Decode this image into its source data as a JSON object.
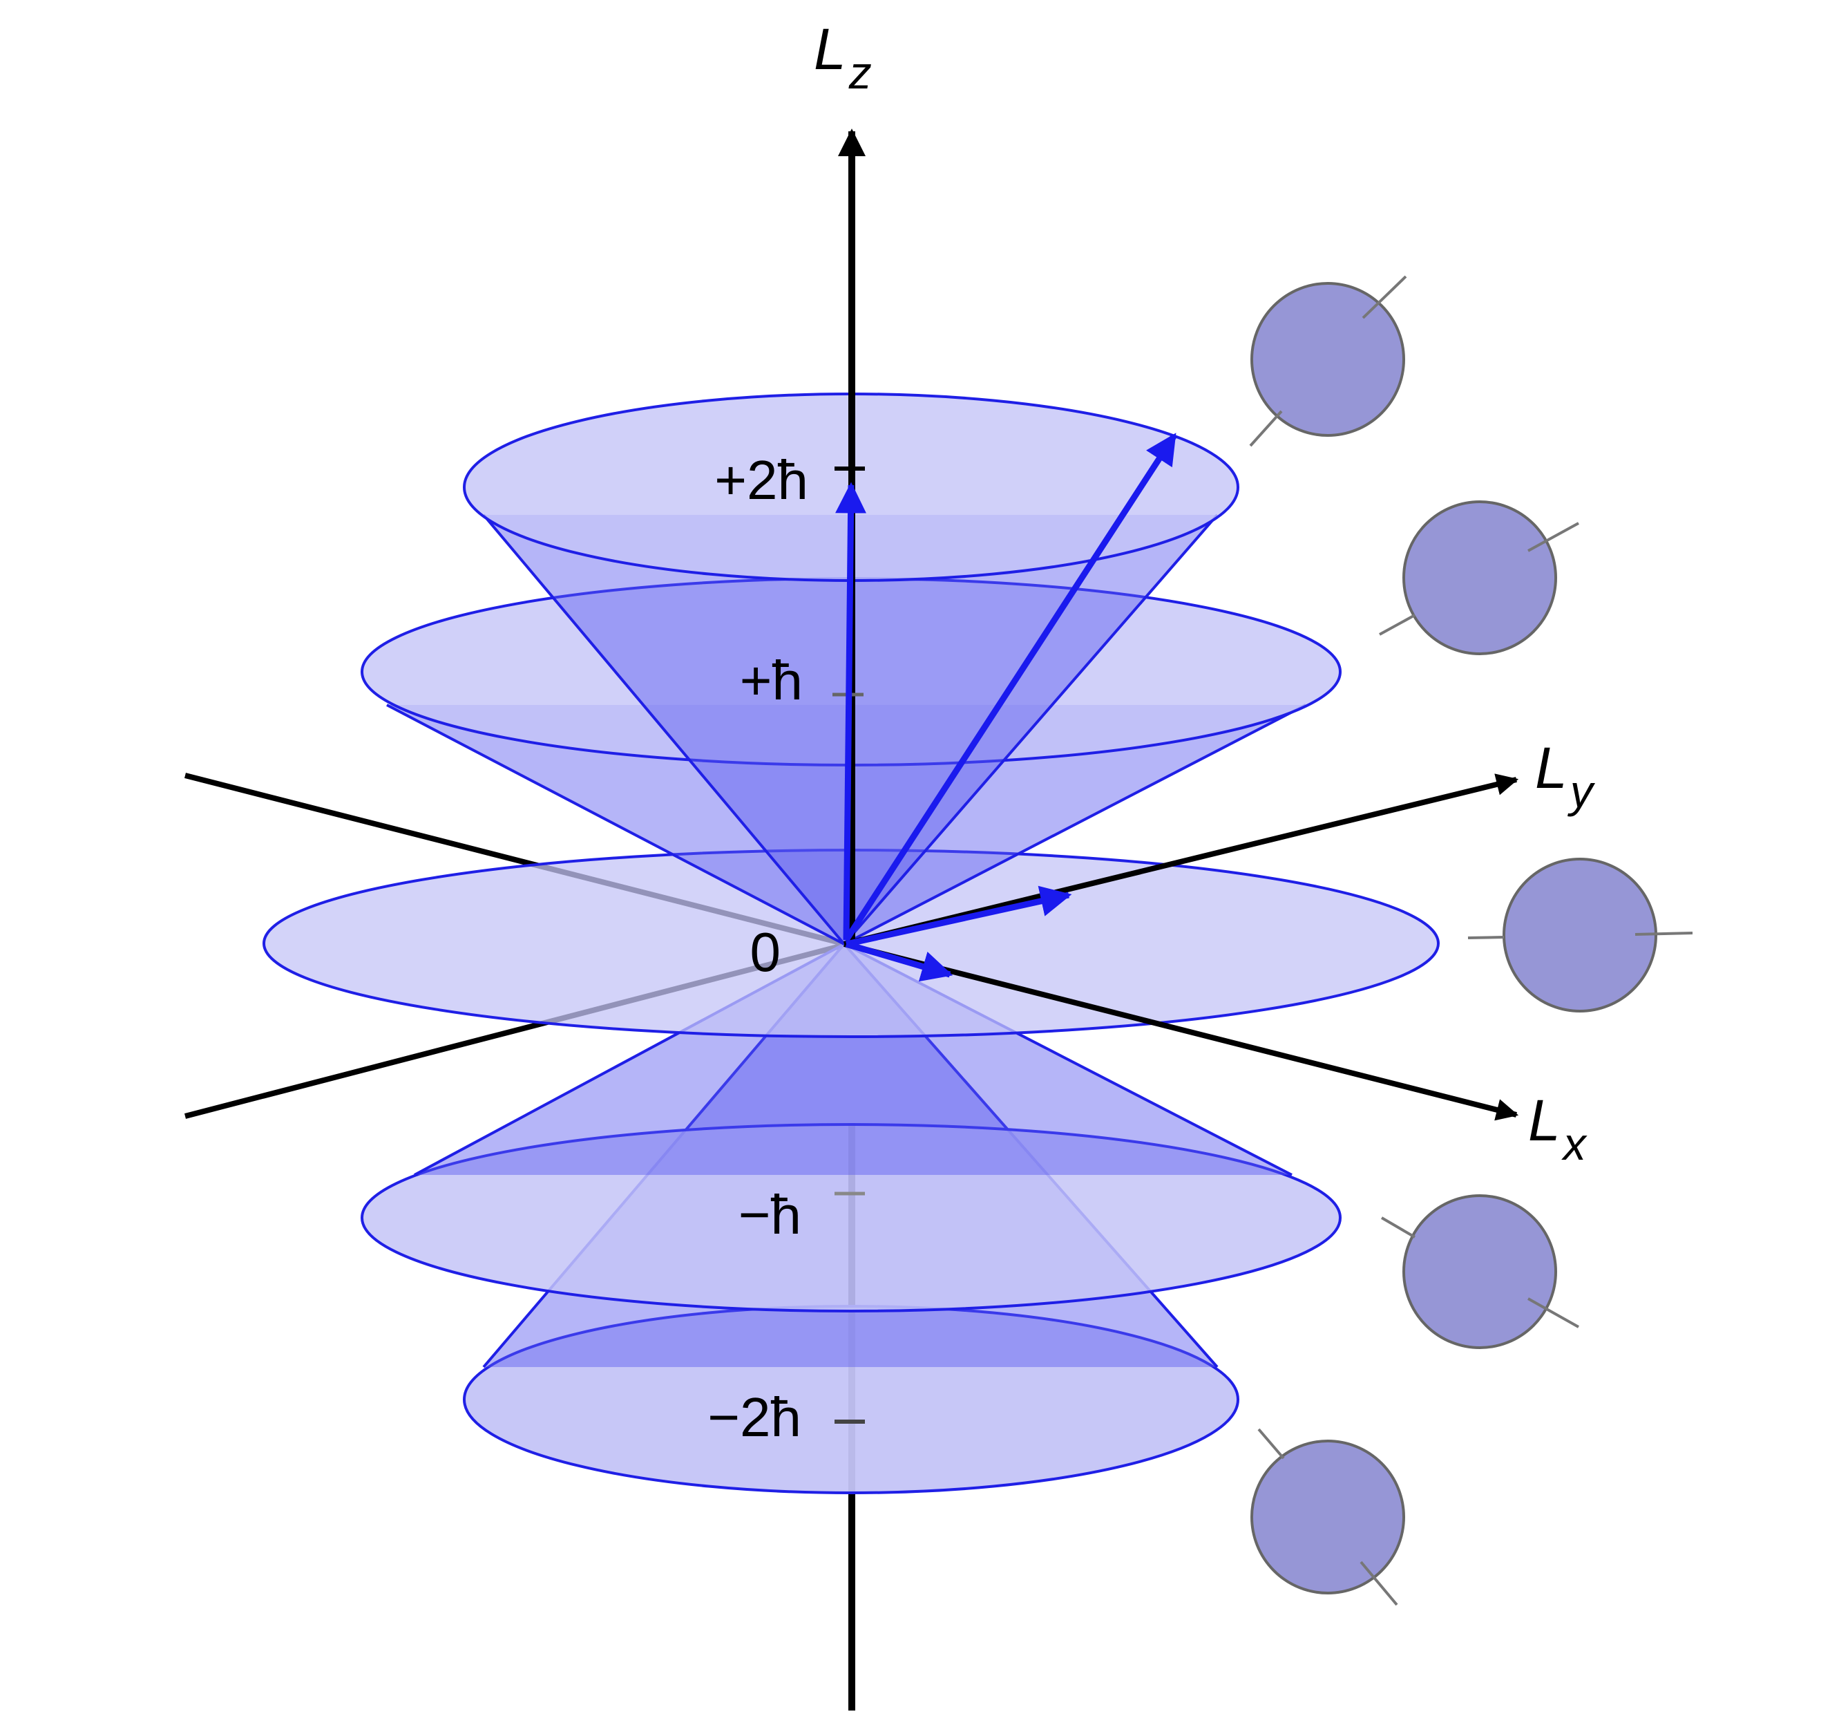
{
  "colors": {
    "disk_fill": "#c4c4f7",
    "cone_fill": "#5a5af0",
    "edge": "#1f1fe6",
    "vector": "#1a1aee",
    "axis": "#000000",
    "particle_fill": "#9696d6",
    "particle_stroke": "#666666"
  },
  "axes": {
    "z": {
      "main": "L",
      "sub": "z"
    },
    "y": {
      "main": "L",
      "sub": "y"
    },
    "x": {
      "main": "L",
      "sub": "x"
    }
  },
  "levels": [
    {
      "m": 2,
      "label": "+2ħ"
    },
    {
      "m": 1,
      "label": "+ħ"
    },
    {
      "m": 0,
      "label": "0"
    },
    {
      "m": -1,
      "label": "−ħ"
    },
    {
      "m": -2,
      "label": "−2ħ"
    }
  ],
  "particles": [
    {
      "m": 2,
      "axis_tilt_deg": 45
    },
    {
      "m": 1,
      "axis_tilt_deg": 60
    },
    {
      "m": 0,
      "axis_tilt_deg": 90
    },
    {
      "m": -1,
      "axis_tilt_deg": 120
    },
    {
      "m": -2,
      "axis_tilt_deg": 135
    }
  ]
}
